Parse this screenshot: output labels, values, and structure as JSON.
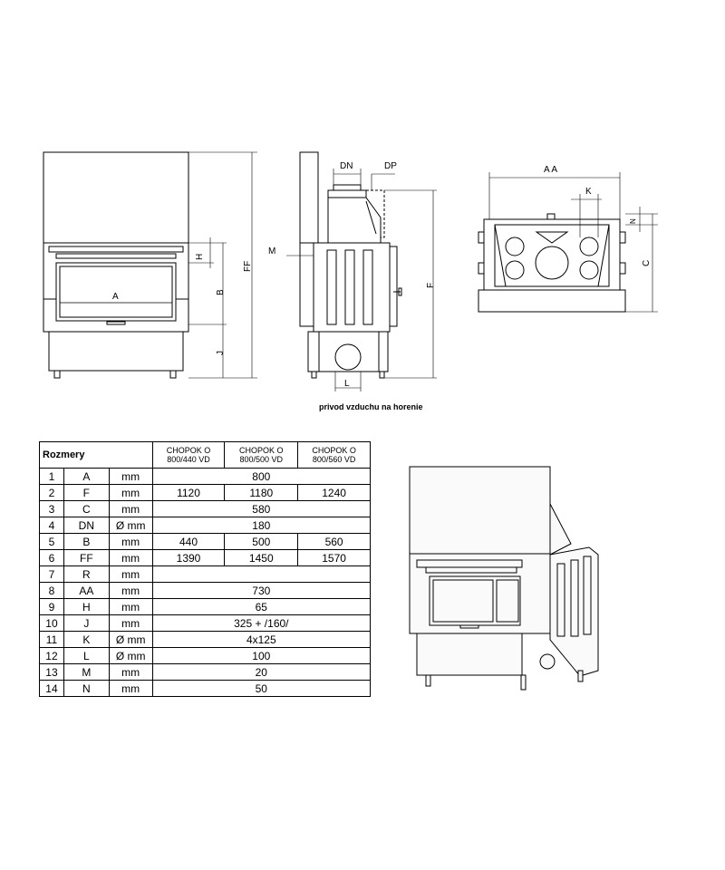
{
  "front_view": {
    "labels": {
      "a": "A",
      "b": "B",
      "h": "H",
      "j": "J",
      "ff": "FF"
    }
  },
  "side_view": {
    "labels": {
      "dn": "DN",
      "dp": "DP",
      "m": "M",
      "f": "F",
      "l": "L"
    }
  },
  "top_view": {
    "labels": {
      "aa": "A A",
      "k": "K",
      "n": "N",
      "c": "C"
    }
  },
  "caption": "privod vzduchu na horenie",
  "table": {
    "title": "Rozmery",
    "headers": [
      "CHOPOK O 800/440 VD",
      "CHOPOK O 800/500 VD",
      "CHOPOK O 800/560 VD"
    ],
    "rows": [
      {
        "no": "1",
        "code": "A",
        "unit": "mm",
        "values": [
          "800"
        ]
      },
      {
        "no": "2",
        "code": "F",
        "unit": "mm",
        "values": [
          "1120",
          "1180",
          "1240"
        ]
      },
      {
        "no": "3",
        "code": "C",
        "unit": "mm",
        "values": [
          "580"
        ]
      },
      {
        "no": "4",
        "code": "DN",
        "unit": "Ø mm",
        "values": [
          "180"
        ]
      },
      {
        "no": "5",
        "code": "B",
        "unit": "mm",
        "values": [
          "440",
          "500",
          "560"
        ]
      },
      {
        "no": "6",
        "code": "FF",
        "unit": "mm",
        "values": [
          "1390",
          "1450",
          "1570"
        ]
      },
      {
        "no": "7",
        "code": "R",
        "unit": "mm",
        "values": [
          ""
        ]
      },
      {
        "no": "8",
        "code": "AA",
        "unit": "mm",
        "values": [
          "730"
        ]
      },
      {
        "no": "9",
        "code": "H",
        "unit": "mm",
        "values": [
          "65"
        ]
      },
      {
        "no": "10",
        "code": "J",
        "unit": "mm",
        "values": [
          "325 + /160/"
        ]
      },
      {
        "no": "11",
        "code": "K",
        "unit": "Ø mm",
        "values": [
          "4x125"
        ]
      },
      {
        "no": "12",
        "code": "L",
        "unit": "Ø mm",
        "values": [
          "100"
        ]
      },
      {
        "no": "13",
        "code": "M",
        "unit": "mm",
        "values": [
          "20"
        ]
      },
      {
        "no": "14",
        "code": "N",
        "unit": "mm",
        "values": [
          "50"
        ]
      }
    ]
  }
}
